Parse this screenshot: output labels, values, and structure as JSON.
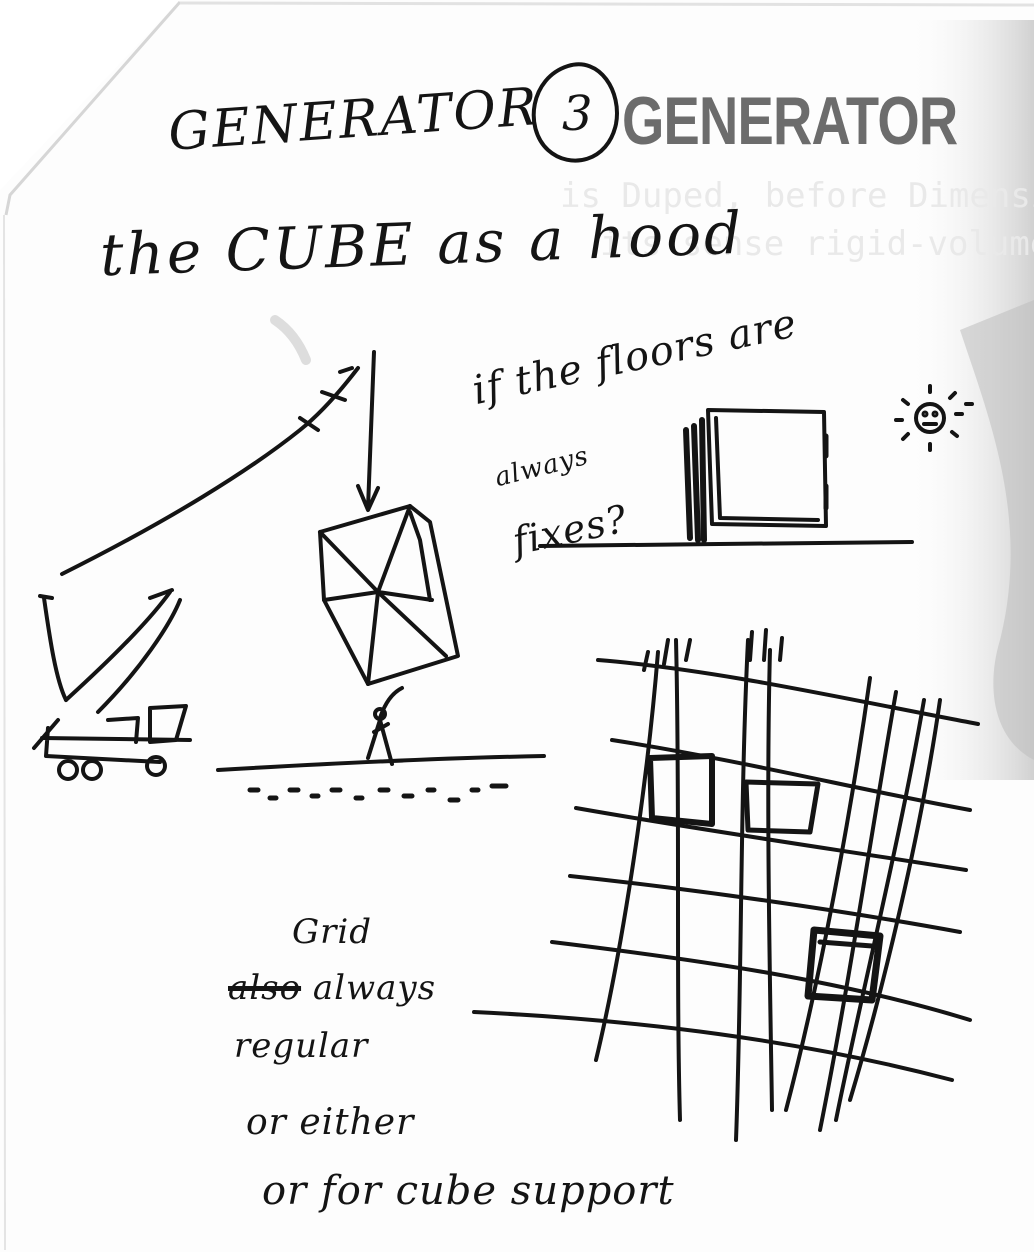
{
  "document": {
    "header": {
      "title_handwritten": "GENERATOR",
      "page_number": "3",
      "title_stamp": "GENERATOR"
    },
    "heading": "the CUBE as a hood",
    "show_through_text": [
      "is Duped, before Dimension",
      "its sense rigid-volume"
    ],
    "floor_note": {
      "line1": "if the floors are",
      "line2": "always",
      "line3": "fixes?"
    },
    "grid_note": {
      "line1": "Grid",
      "struck_word": "also",
      "line2_rest": "always",
      "line3": "regular",
      "line4": "or either",
      "line5": "or for cube support"
    },
    "sketches": [
      "crane-lifting-cube",
      "cube-frame",
      "figure-on-ground",
      "floor-slab-section",
      "sun-face",
      "grid-with-infill-cubes"
    ],
    "colors": {
      "ink": "#141414",
      "stamp": "#6c6c6c",
      "paper": "#ffffff"
    }
  }
}
